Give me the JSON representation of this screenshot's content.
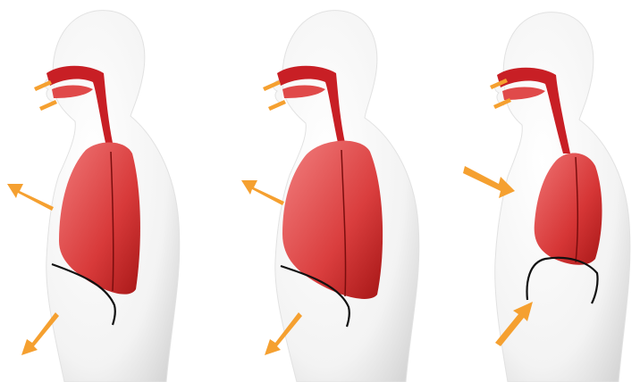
{
  "colors": {
    "background": "#ffffff",
    "body_light": "#fbfbfb",
    "body_shade": "#d9d9d9",
    "lung_light": "#ef6b6b",
    "lung_dark": "#b51c1c",
    "airway": "#c81f25",
    "arrow": "#f5a030",
    "diaphragm": "#111111"
  },
  "panels": [
    {
      "id": "panel-1",
      "lung_size": "medium",
      "mouth_arrows": "in",
      "chest_arrow": "out",
      "abdomen_arrow": "down",
      "diaphragm": "lowered"
    },
    {
      "id": "panel-2",
      "lung_size": "large",
      "mouth_arrows": "in",
      "chest_arrow": "out",
      "abdomen_arrow": "down",
      "diaphragm": "lowered"
    },
    {
      "id": "panel-3",
      "lung_size": "small",
      "mouth_arrows": "out",
      "chest_arrow": "in",
      "abdomen_arrow": "up",
      "diaphragm": "raised"
    }
  ]
}
